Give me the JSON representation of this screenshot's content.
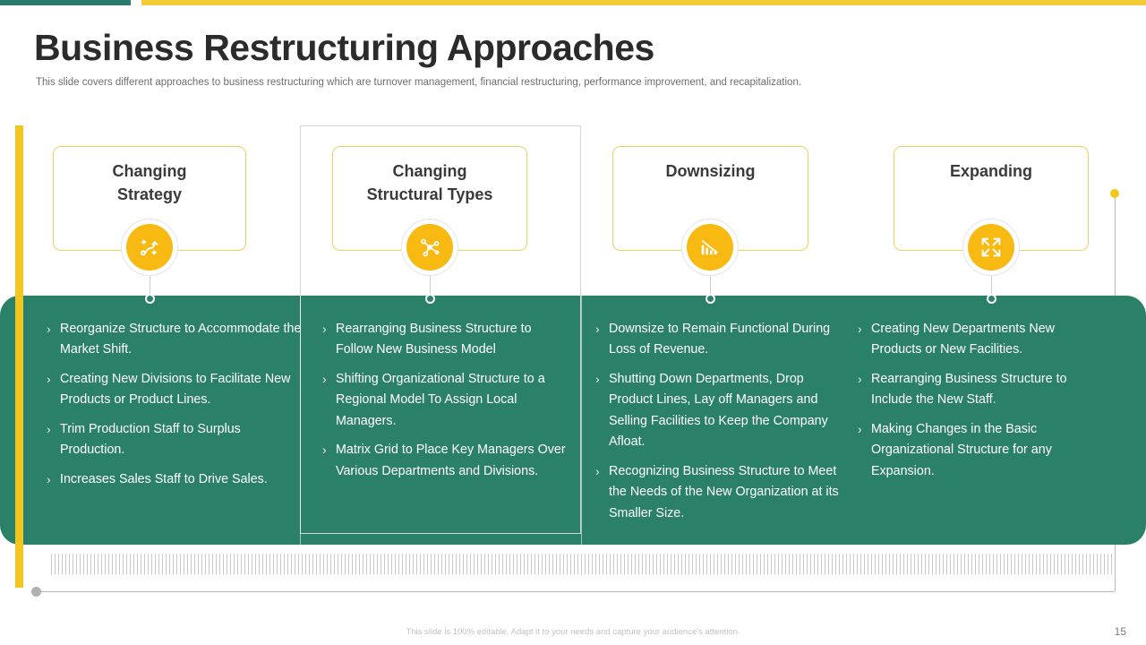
{
  "header": {
    "title": "Business Restructuring Approaches",
    "subtitle": "This slide covers different approaches to business restructuring which are turnover management, financial restructuring, performance improvement, and recapitalization."
  },
  "colors": {
    "green_panel": "#2b8168",
    "yellow_accent": "#f2c521",
    "icon_badge": "#f9b913",
    "teal_bar": "#2b7a6b",
    "card_border": "#f0cf5a"
  },
  "columns": [
    {
      "title": "Changing\nStrategy",
      "title_line1": "Changing",
      "title_line2": "Strategy",
      "icon": "strategy-route-icon",
      "bullets": [
        "Reorganize Structure to Accommodate the Market Shift.",
        "Creating New Divisions to Facilitate New Products or Product Lines.",
        "Trim Production Staff to Surplus Production.",
        "Increases Sales Staff to Drive Sales."
      ]
    },
    {
      "title": "Changing\nStructural Types",
      "title_line1": "Changing",
      "title_line2": "Structural Types",
      "icon": "network-nodes-icon",
      "highlighted": true,
      "bullets": [
        "Rearranging Business Structure to Follow New Business Model",
        "Shifting Organizational Structure to a Regional Model To Assign Local Managers.",
        "Matrix Grid to Place Key Managers Over Various Departments and Divisions."
      ]
    },
    {
      "title": "Downsizing",
      "title_line1": "Downsizing",
      "title_line2": "",
      "icon": "declining-bar-chart-icon",
      "bullets": [
        "Downsize to Remain Functional During Loss of Revenue.",
        "Shutting Down Departments, Drop Product Lines, Lay off Managers and Selling Facilities to Keep the Company Afloat.",
        "Recognizing Business Structure to Meet the Needs of the New Organization at its Smaller Size."
      ]
    },
    {
      "title": "Expanding",
      "title_line1": "Expanding",
      "title_line2": "",
      "icon": "expand-arrows-icon",
      "bullets": [
        "Creating New Departments New Products or New Facilities.",
        "Rearranging Business Structure to Include the New Staff.",
        "Making Changes in the Basic Organizational Structure for any Expansion."
      ]
    }
  ],
  "bullet_marker": "›",
  "footer": {
    "note": "This slide is 100% editable. Adapt it to your needs and capture your audience's attention.",
    "page_number": "15"
  }
}
